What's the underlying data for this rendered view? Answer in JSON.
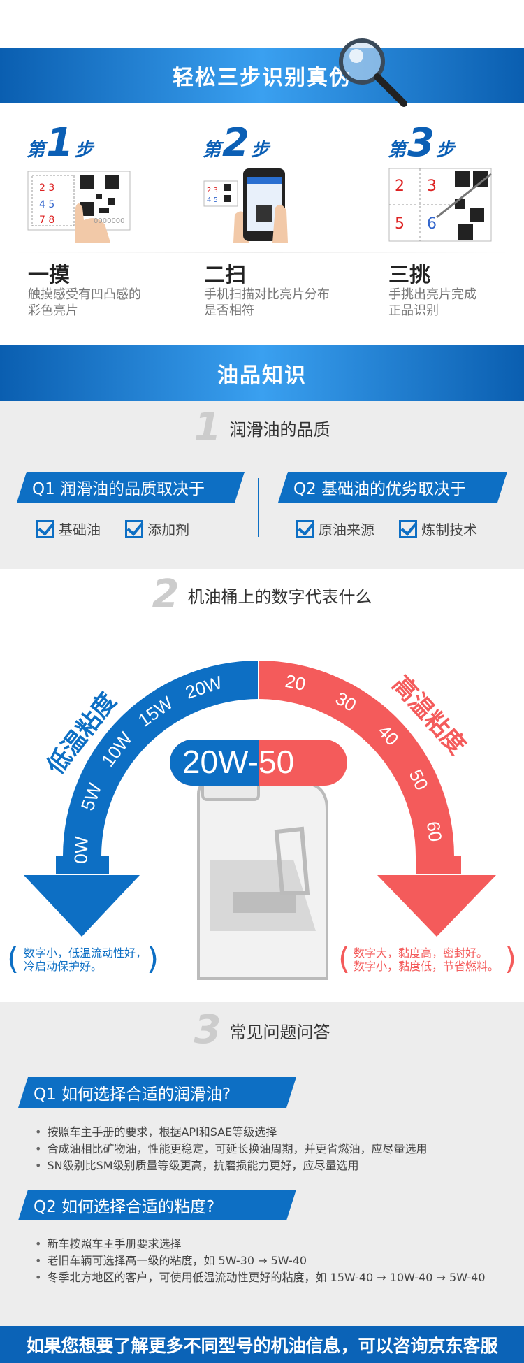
{
  "banner1": {
    "title": "轻松三步识别真伪"
  },
  "steps": [
    {
      "pre": "第",
      "num": "1",
      "post": "步",
      "head": "一摸",
      "desc1": "触摸感受有凹凸感的",
      "desc2": "彩色亮片",
      "img_text": "0000000"
    },
    {
      "pre": "第",
      "num": "2",
      "post": "步",
      "head": "二扫",
      "desc1": "手机扫描对比亮片分布",
      "desc2": "是否相符",
      "img_text": ""
    },
    {
      "pre": "第",
      "num": "3",
      "post": "步",
      "head": "三挑",
      "desc1": "手挑出亮片完成",
      "desc2": "正品识别",
      "img_text": ""
    }
  ],
  "banner2": {
    "title": "油品知识"
  },
  "sec1": {
    "num": "1",
    "title": "润滑油的品质"
  },
  "q1": {
    "label": "Q1  润滑油的品质取决于",
    "opt1": "基础油",
    "opt2": "添加剂"
  },
  "q2": {
    "label": "Q2  基础油的优劣取决于",
    "opt1": "原油来源",
    "opt2": "炼制技术"
  },
  "sec2": {
    "num": "2",
    "title": "机油桶上的数字代表什么"
  },
  "viscosity": {
    "low_label": "低温粘度",
    "high_label": "高温粘度",
    "low_ticks": [
      "0W",
      "5W",
      "10W",
      "15W",
      "20W"
    ],
    "high_ticks": [
      "20",
      "30",
      "40",
      "50",
      "60"
    ],
    "badge_left": "20W-",
    "badge_right": "50",
    "low_note1": "数字小，低温流动性好，",
    "low_note2": "冷启动保护好。",
    "high_note1": "数字大，黏度高，密封好。",
    "high_note2": "数字小，黏度低，节省燃料。",
    "colors": {
      "low": "#0d6fc4",
      "high": "#f45b5b"
    }
  },
  "sec3": {
    "num": "3",
    "title": "常见问题问答"
  },
  "faq1": {
    "label": "Q1   如何选择合适的润滑油?",
    "items": [
      "按照车主手册的要求，根据API和SAE等级选择",
      "合成油相比矿物油，性能更稳定，可延长换油周期，并更省燃油，应尽量选用",
      "SN级别比SM级别质量等级更高，抗磨损能力更好，应尽量选用"
    ]
  },
  "faq2": {
    "label": "Q2   如何选择合适的粘度?",
    "items": [
      "新车按照车主手册要求选择",
      "老旧车辆可选择高一级的粘度，如 5W-30 → 5W-40",
      "冬季北方地区的客户，可使用低温流动性更好的粘度，如 15W-40 →  10W-40 →  5W-40"
    ]
  },
  "footer": {
    "text": "如果您想要了解更多不同型号的机油信息，可以咨询京东客服"
  }
}
